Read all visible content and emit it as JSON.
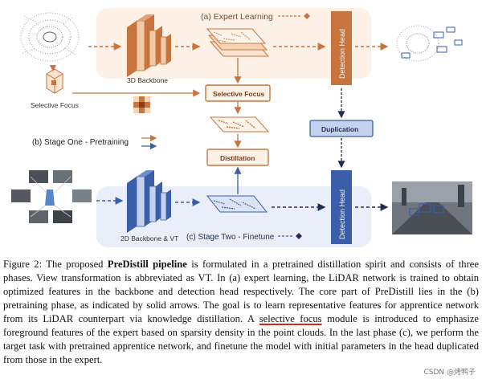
{
  "diagram": {
    "expert_learning": "(a) Expert Learning",
    "backbone_3d": "3D Backbone",
    "selective_focus_label": "Selective Focus",
    "selective_focus_box": "Selective Focus",
    "stage_one": "(b) Stage One - Pretraining",
    "distillation": "Distillation",
    "duplication": "Duplication",
    "detection_head_top": "Detection Head",
    "detection_head_bottom": "Detection Head",
    "backbone_2d": "2D Backbone & VT",
    "stage_two": "(c) Stage Two - Finetune",
    "colors": {
      "orange": "#c8743f",
      "orange_bg": "#fdf1e8",
      "blue": "#3b5ea8",
      "blue_bg": "#e9eef8"
    }
  },
  "caption": {
    "prefix": "Figure 2: The proposed ",
    "bold": "PreDistill pipeline",
    "part1": " is formulated in a pretrained distillation spirit and consists of three phases. View transformation is abbreviated as VT. In (a) expert learning, the LiDAR network is trained to obtain optimized features in the backbone and detection head respectively. The core part of PreDistill lies in the (b) pretraining phase, as indicated by solid arrows. The goal is to learn representative features for apprentice network from its LiDAR counterpart via knowledge distillation. A ",
    "underlined": "selective focus",
    "part2": " module is introduced to emphasize foreground features of the expert based on sparsity density in the point clouds. In the last phase (c), we perform the target task with pretrained apprentice network, and finetune the model with initial parameters in the head duplicated from those in the expert."
  },
  "watermark": "CSDN @烤鸭子"
}
